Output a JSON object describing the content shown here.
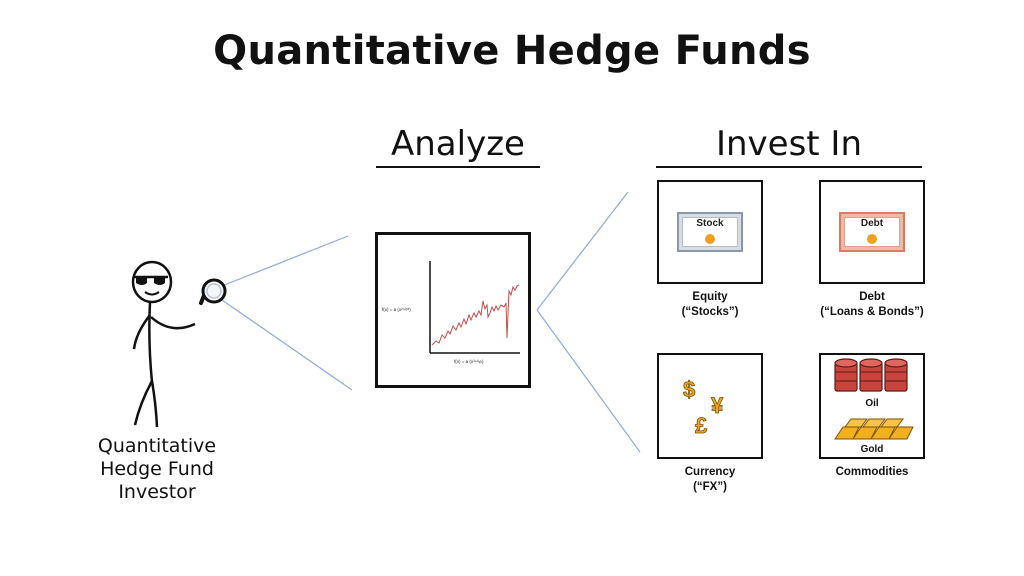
{
  "title": "Quantitative Hedge Funds",
  "headers": {
    "analyze": "Analyze",
    "invest_in": "Invest In"
  },
  "investor": {
    "label": "Quantitative\nHedge Fund\nInvestor"
  },
  "chart": {
    "formula_left": "f(x) = a (x²+ᵇ⁄ᶜ)",
    "formula_bottom": "f(x) = a (x³+ᵏᵢ⁄ₙ)",
    "line_color": "#c0504d"
  },
  "assets": {
    "equity": {
      "caption": "Equity\n(“Stocks”)",
      "cert_label": "Stock"
    },
    "debt": {
      "caption": "Debt\n(“Loans & Bonds”)",
      "cert_label": "Debt"
    },
    "currency": {
      "caption": "Currency\n(“FX”)",
      "symbols": [
        "$",
        "¥",
        "£"
      ]
    },
    "commodities": {
      "caption": "Commodities",
      "oil_label": "Oil",
      "gold_label": "Gold"
    }
  },
  "colors": {
    "connector": "#8fa9d9",
    "seal": "#f0a020",
    "oil": "#c9443c",
    "gold": "#f2b01e"
  }
}
